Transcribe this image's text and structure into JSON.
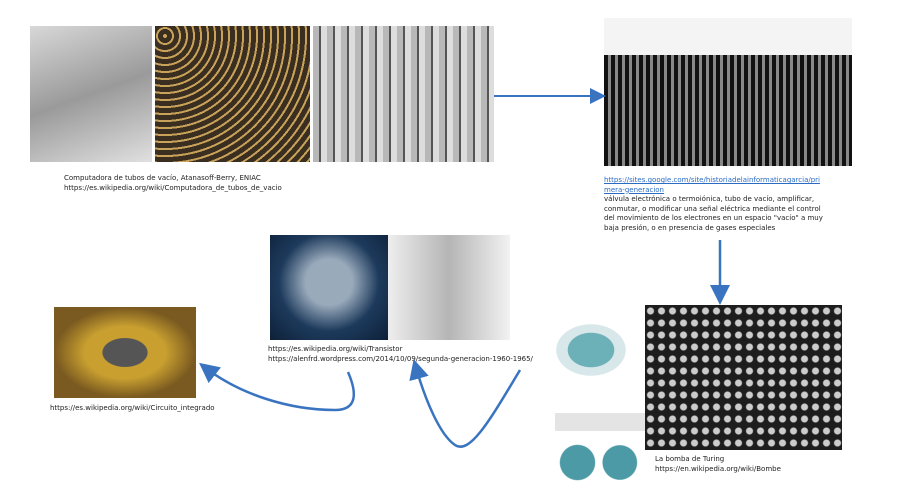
{
  "colors": {
    "arrow": "#3a74c0",
    "link": "#2a6cc4"
  },
  "first_gen": {
    "caption_title": "Computadora de tubos de vacío, Atanasoff-Berry, ENIAC",
    "caption_url": "https://es.wikipedia.org/wiki/Computadora_de_tubos_de_vacio"
  },
  "vacuum_tube": {
    "link_line1": "https://sites.google.com/site/historiadelainformaticagarcia/pri",
    "link_line2": "mera-generacion",
    "desc_lines": [
      "válvula electrónica o termoiónica, tubo de vacío, amplificar,",
      "conmutar, o modificar una señal eléctrica mediante el control",
      "del movimiento de los electrones en un espacio \"vacío\" a muy",
      "baja presión, o en presencia de gases especiales"
    ]
  },
  "bombe": {
    "caption_title": "La bomba de Turing",
    "caption_url": "https://en.wikipedia.org/wiki/Bombe"
  },
  "transistor": {
    "url1": "https://es.wikipedia.org/wiki/Transistor",
    "url2": "https://alenfrd.wordpress.com/2014/10/09/segunda-generacion-1960-1965/"
  },
  "integrated_circuit": {
    "caption_url": "https://es.wikipedia.org/wiki/Circuito_integrado"
  }
}
